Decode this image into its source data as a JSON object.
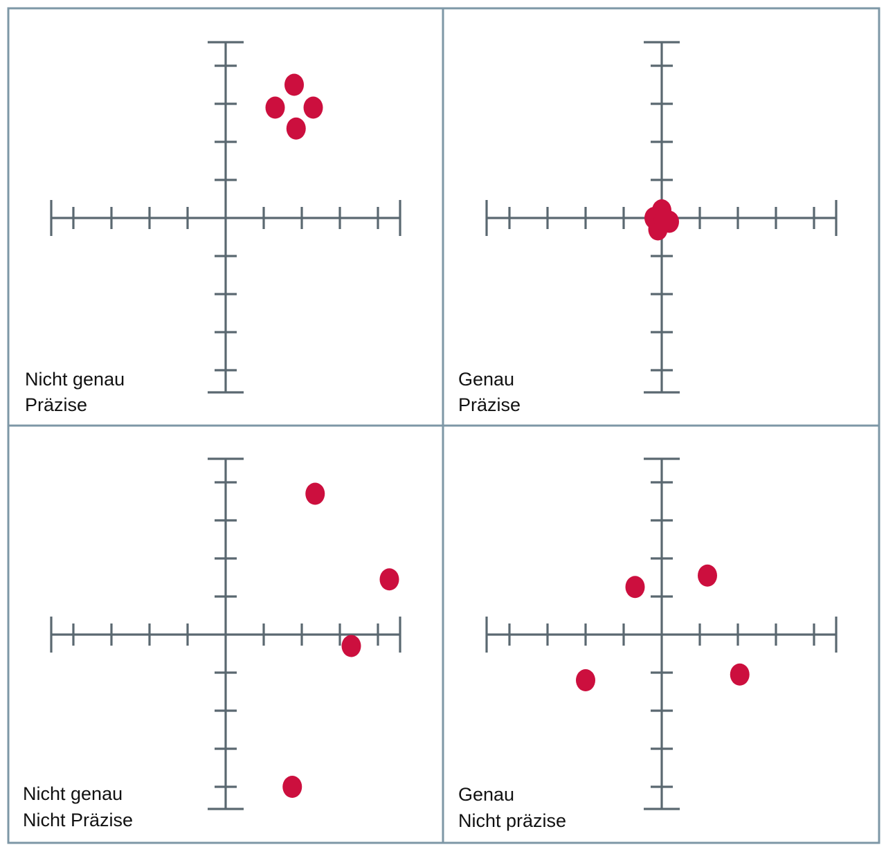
{
  "colors": {
    "frame": "#7d97a6",
    "axis": "#5a6870",
    "dot": "#cc0f3e",
    "background": "#ffffff"
  },
  "axis_range": {
    "x": [
      -4.6,
      4.6
    ],
    "y": [
      -4.6,
      4.6
    ],
    "ticks": [
      -4,
      -3,
      -2,
      -1,
      1,
      2,
      3,
      4
    ]
  },
  "panels": [
    {
      "id": "top-left",
      "label_line1": "Nicht genau",
      "label_line2": "Präzise",
      "points": [
        [
          1.8,
          3.5
        ],
        [
          1.3,
          2.9
        ],
        [
          2.3,
          2.9
        ],
        [
          1.85,
          2.35
        ]
      ]
    },
    {
      "id": "top-right",
      "label_line1": "Genau",
      "label_line2": "Präzise",
      "points": [
        [
          0.0,
          0.2
        ],
        [
          -0.2,
          0.0
        ],
        [
          0.2,
          -0.1
        ],
        [
          -0.1,
          -0.3
        ],
        [
          0.05,
          -0.05
        ]
      ]
    },
    {
      "id": "bottom-left",
      "label_line1": "Nicht genau",
      "label_line2": "Nicht Präzise",
      "points": [
        [
          2.35,
          3.7
        ],
        [
          4.3,
          1.45
        ],
        [
          3.3,
          -0.3
        ],
        [
          1.75,
          -4.0
        ]
      ]
    },
    {
      "id": "bottom-right",
      "label_line1": "Genau",
      "label_line2": "Nicht präzise",
      "points": [
        [
          -0.7,
          1.25
        ],
        [
          1.2,
          1.55
        ],
        [
          2.05,
          -1.05
        ],
        [
          -2.0,
          -1.2
        ]
      ]
    }
  ]
}
